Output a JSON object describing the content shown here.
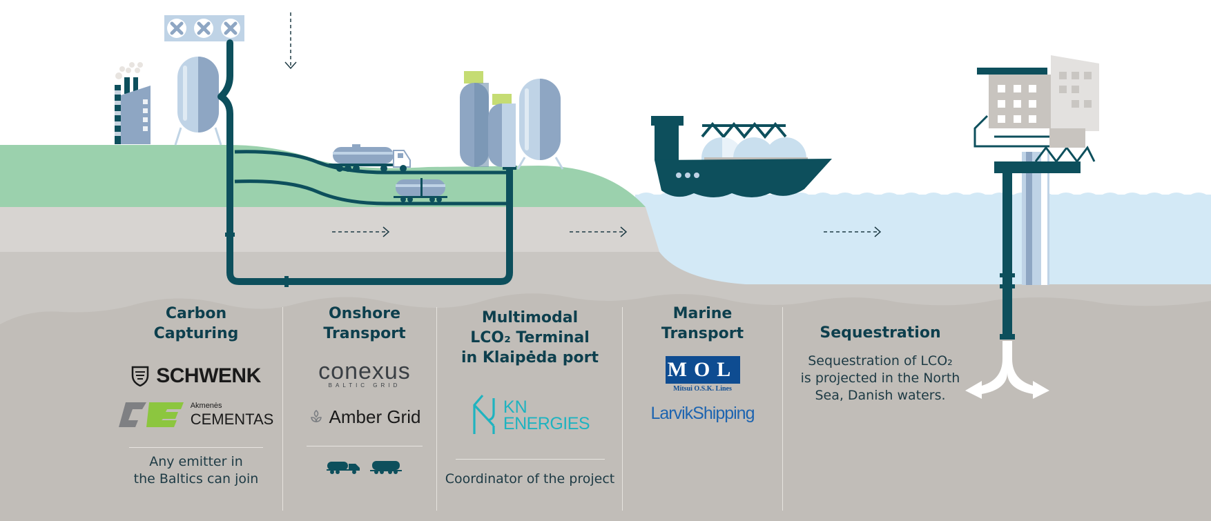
{
  "stages": [
    {
      "id": "capture",
      "title": "Carbon\nCapturing",
      "logos": [
        "SCHWENK",
        "Akmenės",
        "CEMENTAS"
      ],
      "note": "Any emitter in\nthe Baltics can join"
    },
    {
      "id": "onshore",
      "title": "Onshore\nTransport",
      "logos": [
        "conexus",
        "BALTIC GRID",
        "Amber Grid"
      ],
      "note": ""
    },
    {
      "id": "terminal",
      "title": "Multimodal\nLCO₂ Terminal\nin Klaipėda port",
      "logos": [
        "KN",
        "ENERGIES"
      ],
      "note": "Coordinator of the project"
    },
    {
      "id": "marine",
      "title": "Marine\nTransport",
      "logos": [
        "MOL",
        "Mitsui O.S.K. Lines",
        "LarvikShipping"
      ],
      "note": ""
    },
    {
      "id": "sequestration",
      "title": "Sequestration",
      "logos": [],
      "note": "Sequestration of LCO₂\nis projected in the North\nSea, Danish waters."
    }
  ],
  "colors": {
    "pipe": "#0d4f5c",
    "ground_green": "#9bd1ad",
    "ground_light": "#d7d4d1",
    "ground_mid": "#c9c6c2",
    "ground_dark": "#c1bdb8",
    "sea": "#d3e9f6",
    "steel": "#8ea6c3",
    "steel_light": "#bfd3e6",
    "kn": "#1fb3c0",
    "mol": "#0e4c91",
    "cementas": "#8cc63f"
  },
  "icons": [
    "factory-icon",
    "cooling-fans-icon",
    "storage-tank-icon",
    "tanker-truck-icon",
    "rail-tank-car-icon",
    "lco2-ship-icon",
    "offshore-platform-icon",
    "flow-arrow-icon",
    "injection-split-icon"
  ]
}
